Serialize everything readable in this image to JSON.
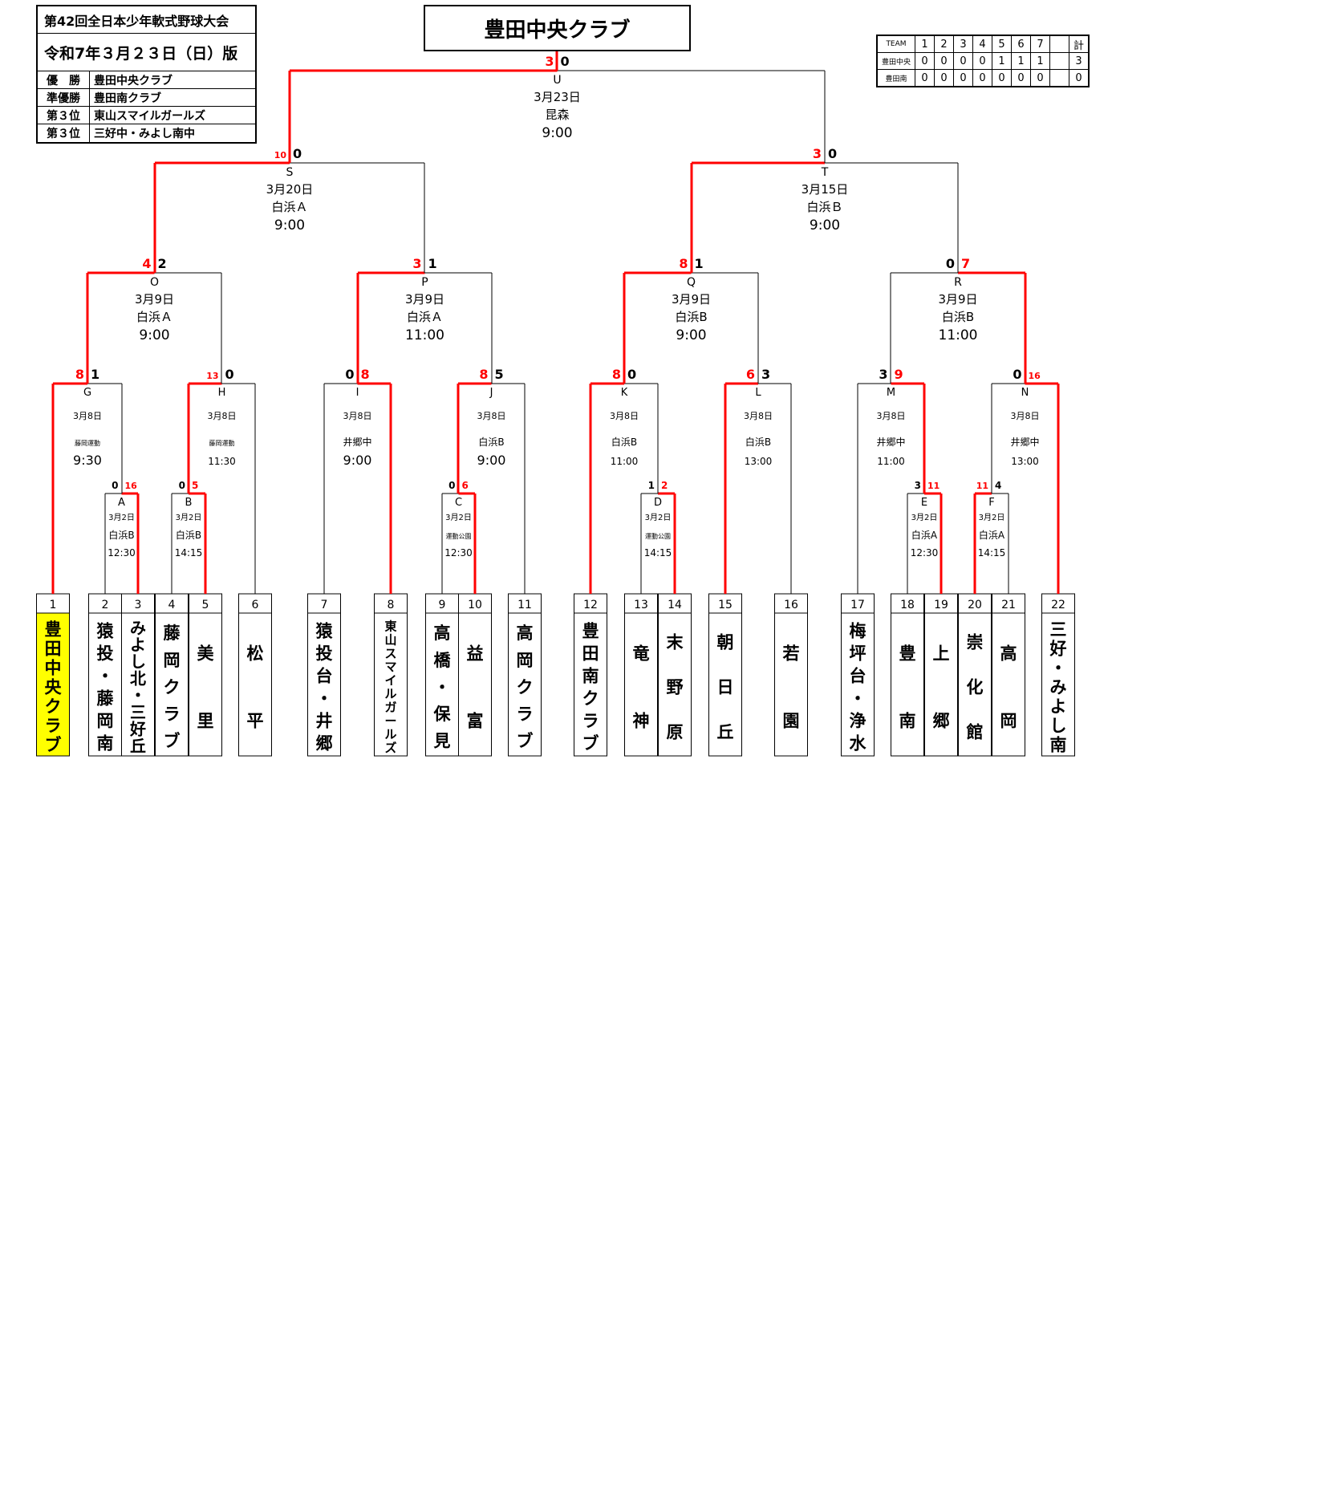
{
  "header": {
    "tournament": "第42回全日本少年軟式野球大会",
    "edition": "令和7年３月２３日（日）版"
  },
  "results": [
    {
      "label": "優　勝",
      "team": "豊田中央クラブ"
    },
    {
      "label": "準優勝",
      "team": "豊田南クラブ"
    },
    {
      "label": "第３位",
      "team": "東山スマイルガールズ"
    },
    {
      "label": "第３位",
      "team": "三好中・みよし南中"
    }
  ],
  "champion": "豊田中央クラブ",
  "linescore": {
    "headers": [
      "TEAM",
      "1",
      "2",
      "3",
      "4",
      "5",
      "6",
      "7",
      "",
      "計"
    ],
    "rows": [
      {
        "team": "豊田中央",
        "innings": [
          "0",
          "0",
          "0",
          "0",
          "1",
          "1",
          "1",
          ""
        ],
        "total": "3"
      },
      {
        "team": "豊田南",
        "innings": [
          "0",
          "0",
          "0",
          "0",
          "0",
          "0",
          "0",
          ""
        ],
        "total": "0"
      }
    ]
  },
  "colors": {
    "winner_line": "#ff0000",
    "champion_highlight": "#ffff00"
  },
  "teams": [
    {
      "no": "1",
      "name": "豊田中央クラブ"
    },
    {
      "no": "2",
      "name": "猿投・藤岡南"
    },
    {
      "no": "3",
      "name": "みよし北・三好丘"
    },
    {
      "no": "4",
      "name": "藤岡クラブ"
    },
    {
      "no": "5",
      "name": "美里"
    },
    {
      "no": "6",
      "name": "松平"
    },
    {
      "no": "7",
      "name": "猿投台・井郷"
    },
    {
      "no": "8",
      "name": "東山スマイルガールズ"
    },
    {
      "no": "9",
      "name": "高橋・保見"
    },
    {
      "no": "10",
      "name": "益富"
    },
    {
      "no": "11",
      "name": "高岡クラブ"
    },
    {
      "no": "12",
      "name": "豊田南クラブ"
    },
    {
      "no": "13",
      "name": "竜神"
    },
    {
      "no": "14",
      "name": "末野原"
    },
    {
      "no": "15",
      "name": "朝日丘"
    },
    {
      "no": "16",
      "name": "若園"
    },
    {
      "no": "17",
      "name": "梅坪台・浄水"
    },
    {
      "no": "18",
      "name": "豊南"
    },
    {
      "no": "19",
      "name": "上郷"
    },
    {
      "no": "20",
      "name": "崇化館"
    },
    {
      "no": "21",
      "name": "高岡"
    },
    {
      "no": "22",
      "name": "三好・みよし南"
    }
  ],
  "matches": [
    {
      "id": "A",
      "date": "3月2日",
      "venue": "白浜B",
      "time": "12:30",
      "score_left": "0",
      "score_right": "16",
      "winner": "right"
    },
    {
      "id": "B",
      "date": "3月2日",
      "venue": "白浜B",
      "time": "14:15",
      "score_left": "0",
      "score_right": "5",
      "winner": "right"
    },
    {
      "id": "C",
      "date": "3月2日",
      "venue": "運動公園",
      "time": "12:30",
      "score_left": "0",
      "score_right": "6",
      "winner": "right"
    },
    {
      "id": "D",
      "date": "3月2日",
      "venue": "運動公園",
      "time": "14:15",
      "score_left": "1",
      "score_right": "2",
      "winner": "right"
    },
    {
      "id": "E",
      "date": "3月2日",
      "venue": "白浜A",
      "time": "12:30",
      "score_left": "3",
      "score_right": "11",
      "winner": "right"
    },
    {
      "id": "F",
      "date": "3月2日",
      "venue": "白浜A",
      "time": "14:15",
      "score_left": "11",
      "score_right": "4",
      "winner": "left"
    },
    {
      "id": "G",
      "date": "3月8日",
      "venue": "藤岡運動",
      "time": "9:30",
      "score_left": "8",
      "score_right": "1",
      "winner": "left"
    },
    {
      "id": "H",
      "date": "3月8日",
      "venue": "藤岡運動",
      "time": "11:30",
      "score_left": "13",
      "score_right": "0",
      "winner": "left"
    },
    {
      "id": "I",
      "date": "3月8日",
      "venue": "井郷中",
      "time": "9:00",
      "score_left": "0",
      "score_right": "8",
      "winner": "right"
    },
    {
      "id": "J",
      "date": "3月8日",
      "venue": "白浜B",
      "time": "9:00",
      "score_left": "8",
      "score_right": "5",
      "winner": "left"
    },
    {
      "id": "K",
      "date": "3月8日",
      "venue": "白浜B",
      "time": "11:00",
      "score_left": "8",
      "score_right": "0",
      "winner": "left"
    },
    {
      "id": "L",
      "date": "3月8日",
      "venue": "白浜B",
      "time": "13:00",
      "score_left": "6",
      "score_right": "3",
      "winner": "left"
    },
    {
      "id": "M",
      "date": "3月8日",
      "venue": "井郷中",
      "time": "11:00",
      "score_left": "3",
      "score_right": "9",
      "winner": "right"
    },
    {
      "id": "N",
      "date": "3月8日",
      "venue": "井郷中",
      "time": "13:00",
      "score_left": "0",
      "score_right": "16",
      "winner": "right"
    },
    {
      "id": "O",
      "date": "3月9日",
      "venue": "白浜Ａ",
      "time": "9:00",
      "score_left": "4",
      "score_right": "2",
      "winner": "left"
    },
    {
      "id": "P",
      "date": "3月9日",
      "venue": "白浜Ａ",
      "time": "11:00",
      "score_left": "3",
      "score_right": "1",
      "winner": "left"
    },
    {
      "id": "Q",
      "date": "3月9日",
      "venue": "白浜B",
      "time": "9:00",
      "score_left": "8",
      "score_right": "1",
      "winner": "left"
    },
    {
      "id": "R",
      "date": "3月9日",
      "venue": "白浜B",
      "time": "11:00",
      "score_left": "0",
      "score_right": "7",
      "winner": "right"
    },
    {
      "id": "S",
      "date": "3月20日",
      "venue": "白浜Ａ",
      "time": "9:00",
      "score_left": "10",
      "score_right": "0",
      "winner": "left"
    },
    {
      "id": "T",
      "date": "3月15日",
      "venue": "白浜Ｂ",
      "time": "9:00",
      "score_left": "3",
      "score_right": "0",
      "winner": "left"
    },
    {
      "id": "U",
      "date": "3月23日",
      "venue": "昆森",
      "time": "9:00",
      "score_left": "3",
      "score_right": "0",
      "winner": "left"
    }
  ]
}
